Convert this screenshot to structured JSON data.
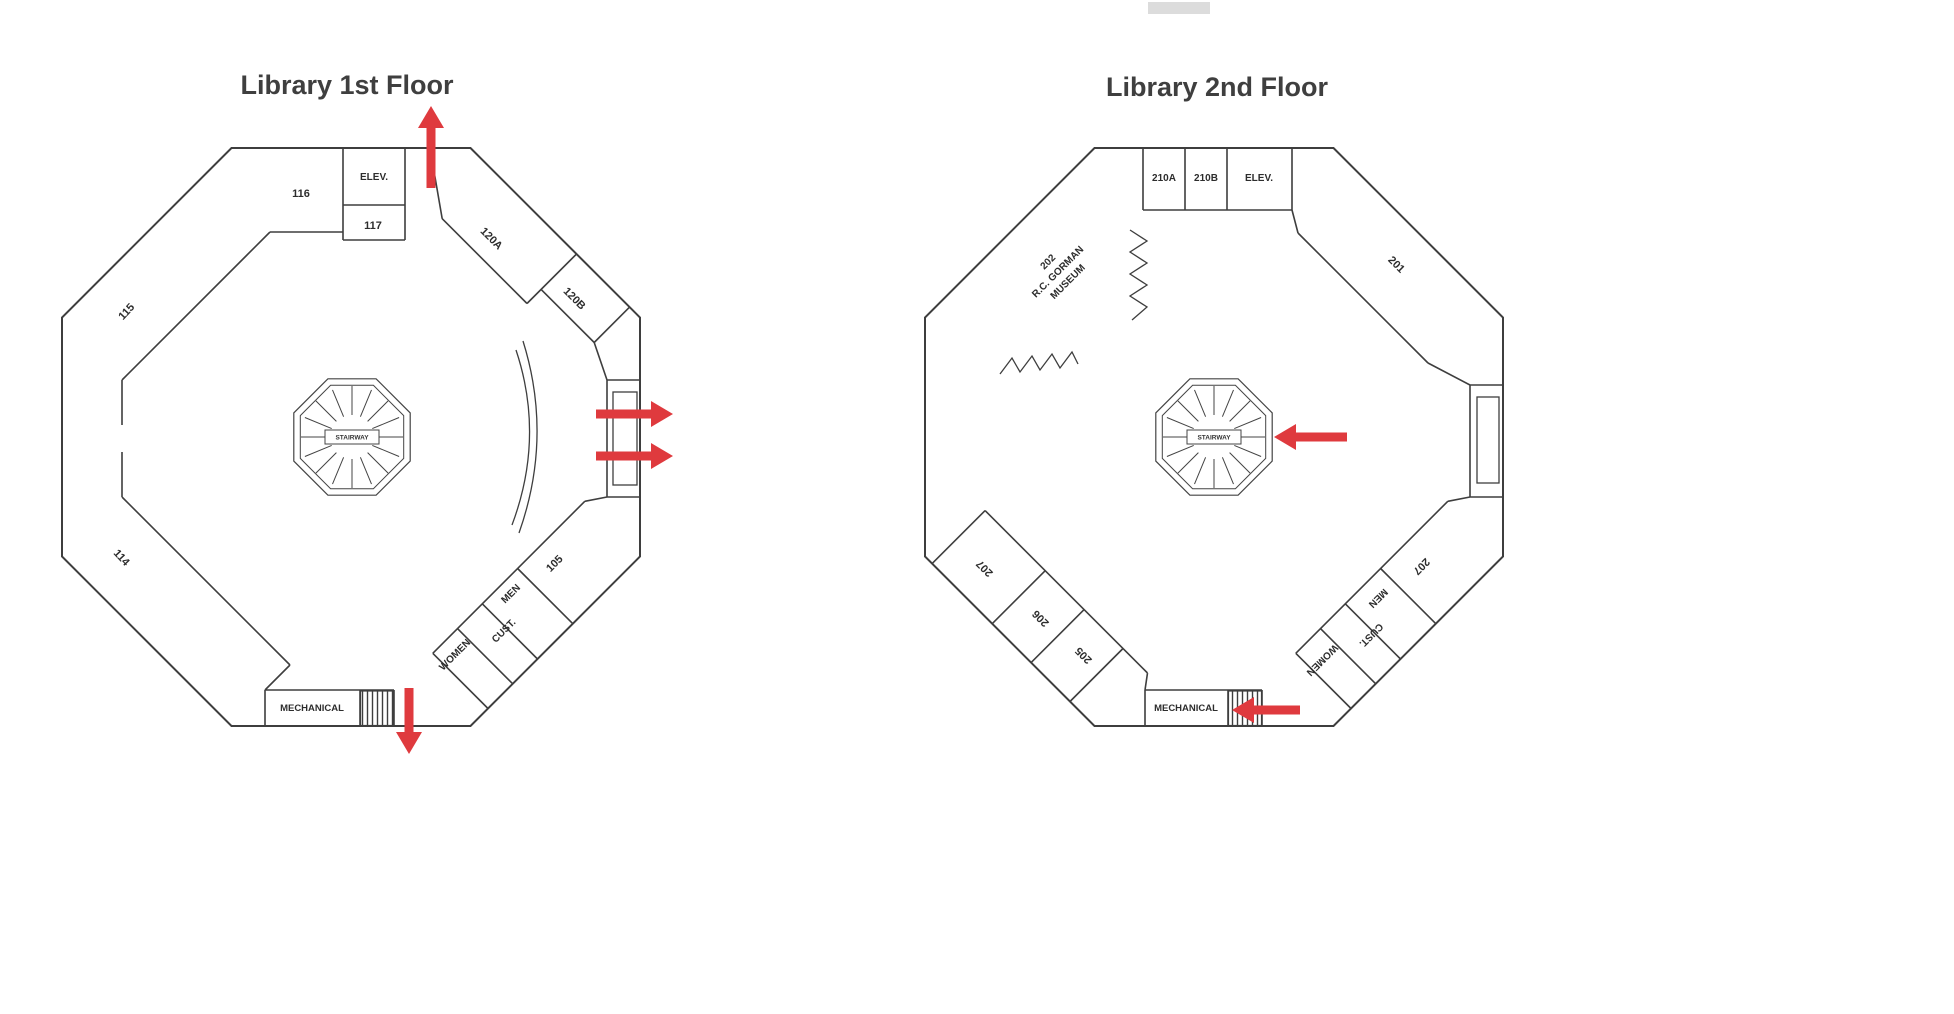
{
  "colors": {
    "line": "#3e3e3e",
    "arrow": "#df3a3e",
    "title": "#3f3f3f",
    "label": "#2d2d2d"
  },
  "floor1": {
    "title": "Library 1st Floor",
    "stairway": "STAIRWAY",
    "rooms": {
      "r116": "116",
      "elev": "ELEV.",
      "r117": "117",
      "r120a": "120A",
      "r120b": "120B",
      "r115": "115",
      "r114": "114",
      "r105": "105",
      "men": "MEN",
      "cust": "CUST.",
      "women": "WOMEN",
      "mechanical": "MECHANICAL"
    },
    "arrows": [
      "exit-up",
      "exit-right-upper",
      "exit-right-lower",
      "exit-down"
    ]
  },
  "floor2": {
    "title": "Library 2nd Floor",
    "stairway": "STAIRWAY",
    "rooms": {
      "r210a": "210A",
      "r210b": "210B",
      "elev": "ELEV.",
      "r202_num": "202",
      "r202_name1": "R.C. GORMAN",
      "r202_name2": "MUSEUM",
      "r201": "201",
      "r207_left": "207",
      "r206": "206",
      "r205": "205",
      "r207_right": "207",
      "men": "MEN",
      "cust": "CUST.",
      "women": "WOMEN",
      "mechanical": "MECHANICAL"
    },
    "arrows": [
      "into-stairway-left",
      "bottom-entry-left"
    ]
  }
}
